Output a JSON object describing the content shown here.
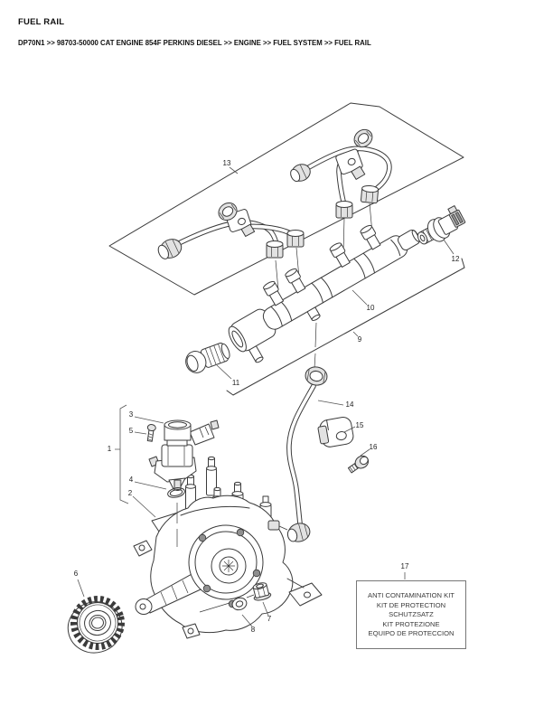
{
  "page": {
    "title": "FUEL RAIL",
    "breadcrumb": "DP70N1 >> 98703-50000 CAT ENGINE 854F PERKINS DIESEL >> ENGINE >> FUEL SYSTEM >> FUEL RAIL"
  },
  "diagram": {
    "ink_color": "#3b3b3b",
    "labels": [
      {
        "text": "1"
      },
      {
        "text": "2"
      },
      {
        "text": "3"
      },
      {
        "text": "4"
      },
      {
        "text": "5"
      },
      {
        "text": "6"
      },
      {
        "text": "7"
      },
      {
        "text": "8"
      },
      {
        "text": "9"
      },
      {
        "text": "10"
      },
      {
        "text": "11"
      },
      {
        "text": "12"
      },
      {
        "text": "13"
      },
      {
        "text": "14"
      },
      {
        "text": "15"
      },
      {
        "text": "16"
      },
      {
        "text": "17"
      }
    ],
    "kit_box": {
      "lines": [
        "ANTI CONTAMINATION KIT",
        "KIT DE PROTECTION",
        "SCHUTZSATZ",
        "KIT PROTEZIONE",
        "EQUIPO DE PROTECCION"
      ]
    }
  }
}
